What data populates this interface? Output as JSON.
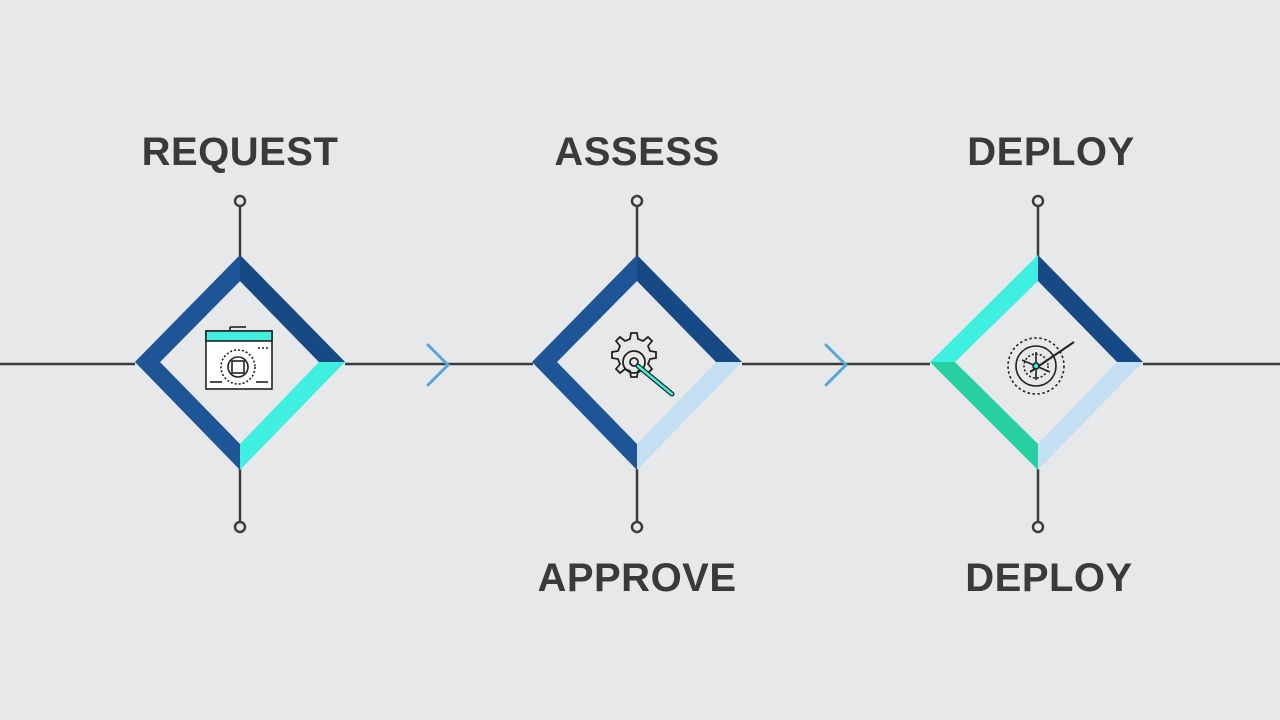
{
  "steps": [
    {
      "label": "REQUEST",
      "icon": "browser-window-target-icon"
    },
    {
      "label": "ASSESS",
      "icon": "gear-wrench-icon"
    },
    {
      "label": "DEPLOY",
      "icon": "radar-target-icon"
    }
  ],
  "bottom_labels": [
    "APPROVE",
    "DEPLOY"
  ],
  "colors": {
    "background": "#e7e8e9",
    "text": "#3a3a3a",
    "navy": "#1d5597",
    "dark_navy": "#174a85",
    "cyan": "#3ff0e0",
    "light_blue": "#c4dff2",
    "teal": "#28cfa0",
    "arrow": "#5aa6d8",
    "line": "#3c3c3c"
  }
}
